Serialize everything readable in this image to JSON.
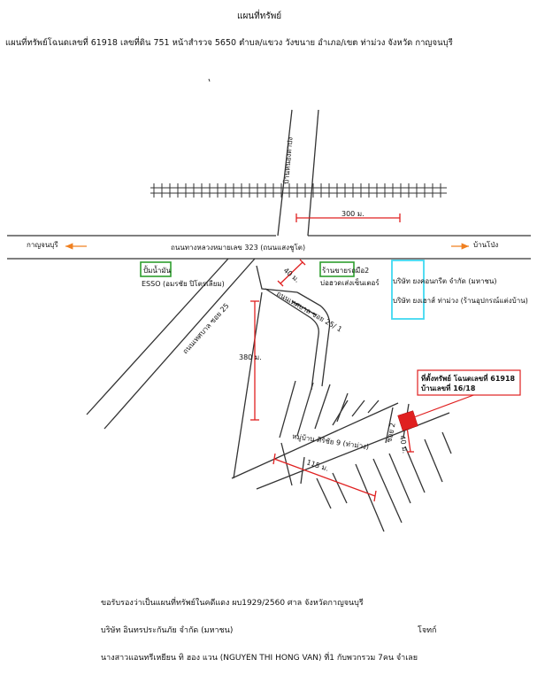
{
  "title": "แผนที่ทรัพย์",
  "subtitle": "แผนที่ทรัพย์โฉนดเลขที่ 61918 เลขที่ดิน  751 หน้าสำรวจ 5650 ตำบล/แขวง วังขนาย อำเภอ/เขต ท่าม่วง จังหวัด กาญจนบุรี",
  "map": {
    "road_north": "บ้านหนองตาปง",
    "scale_300": "300 ม.",
    "highway": "ถนนทางหลวงหมายเลข 323 (ถนนแสงชูโต)",
    "dir_west": "กาญจนบุรี",
    "dir_east": "บ้านโป่ง",
    "gas_station_box": "ปั้มน้ำมัน",
    "gas_station_name": "ESSO (อมรชัย ปิโตรเลียม)",
    "dist_40_top": "40 ม.",
    "shop_box": "ร้านขายรถมือ2",
    "shop_name": "บ่อฮวดเส่งเซ็นเตอร์",
    "company1": "บริษัท ยงคอนกรีต จำกัด (มหาชน)",
    "company2": "บริษัท ยงเฮาส์ ท่าม่วง (ร้านอุปกรณ์แต่งบ้าน)",
    "soi25": "ถนนเทศบาล ซอย 25",
    "soi25_2": "ถนนเทศบาล ซอย 25/ 1",
    "dist_380": "380 ม.",
    "property_label_1": "ที่ตั้งทรัพย์ โฉนดเลขที่ 61918",
    "property_label_2": "บ้านเลขที่ 16/18",
    "village": "หมู่บ้าน ศิริชัย 9 (ท่าม่วง)",
    "soi2": "ซอย 2",
    "dist_40_bottom": "40 ม.",
    "dist_115": "115 ม.",
    "colors": {
      "red": "#e02020",
      "green": "#2e9e2e",
      "cyan": "#40d8f0",
      "orange": "#f08020"
    }
  },
  "footer": {
    "line1": "ขอรับรองว่าเป็นแผนที่ทรัพย์ในคดีแดง  ผบ1929/2560  ศาล  จังหวัดกาญจนบุรี",
    "line2_left": "บริษัท อินทรประกันภัย จำกัด (มหาชน)",
    "line2_right": "โจทก์",
    "line3": "นางสาวแอนทรีเหยียน ทิ ฮอง แวน (NGUYEN THI HONG VAN) ที่1 กับพวกรวม 7คน  จำเลย"
  }
}
